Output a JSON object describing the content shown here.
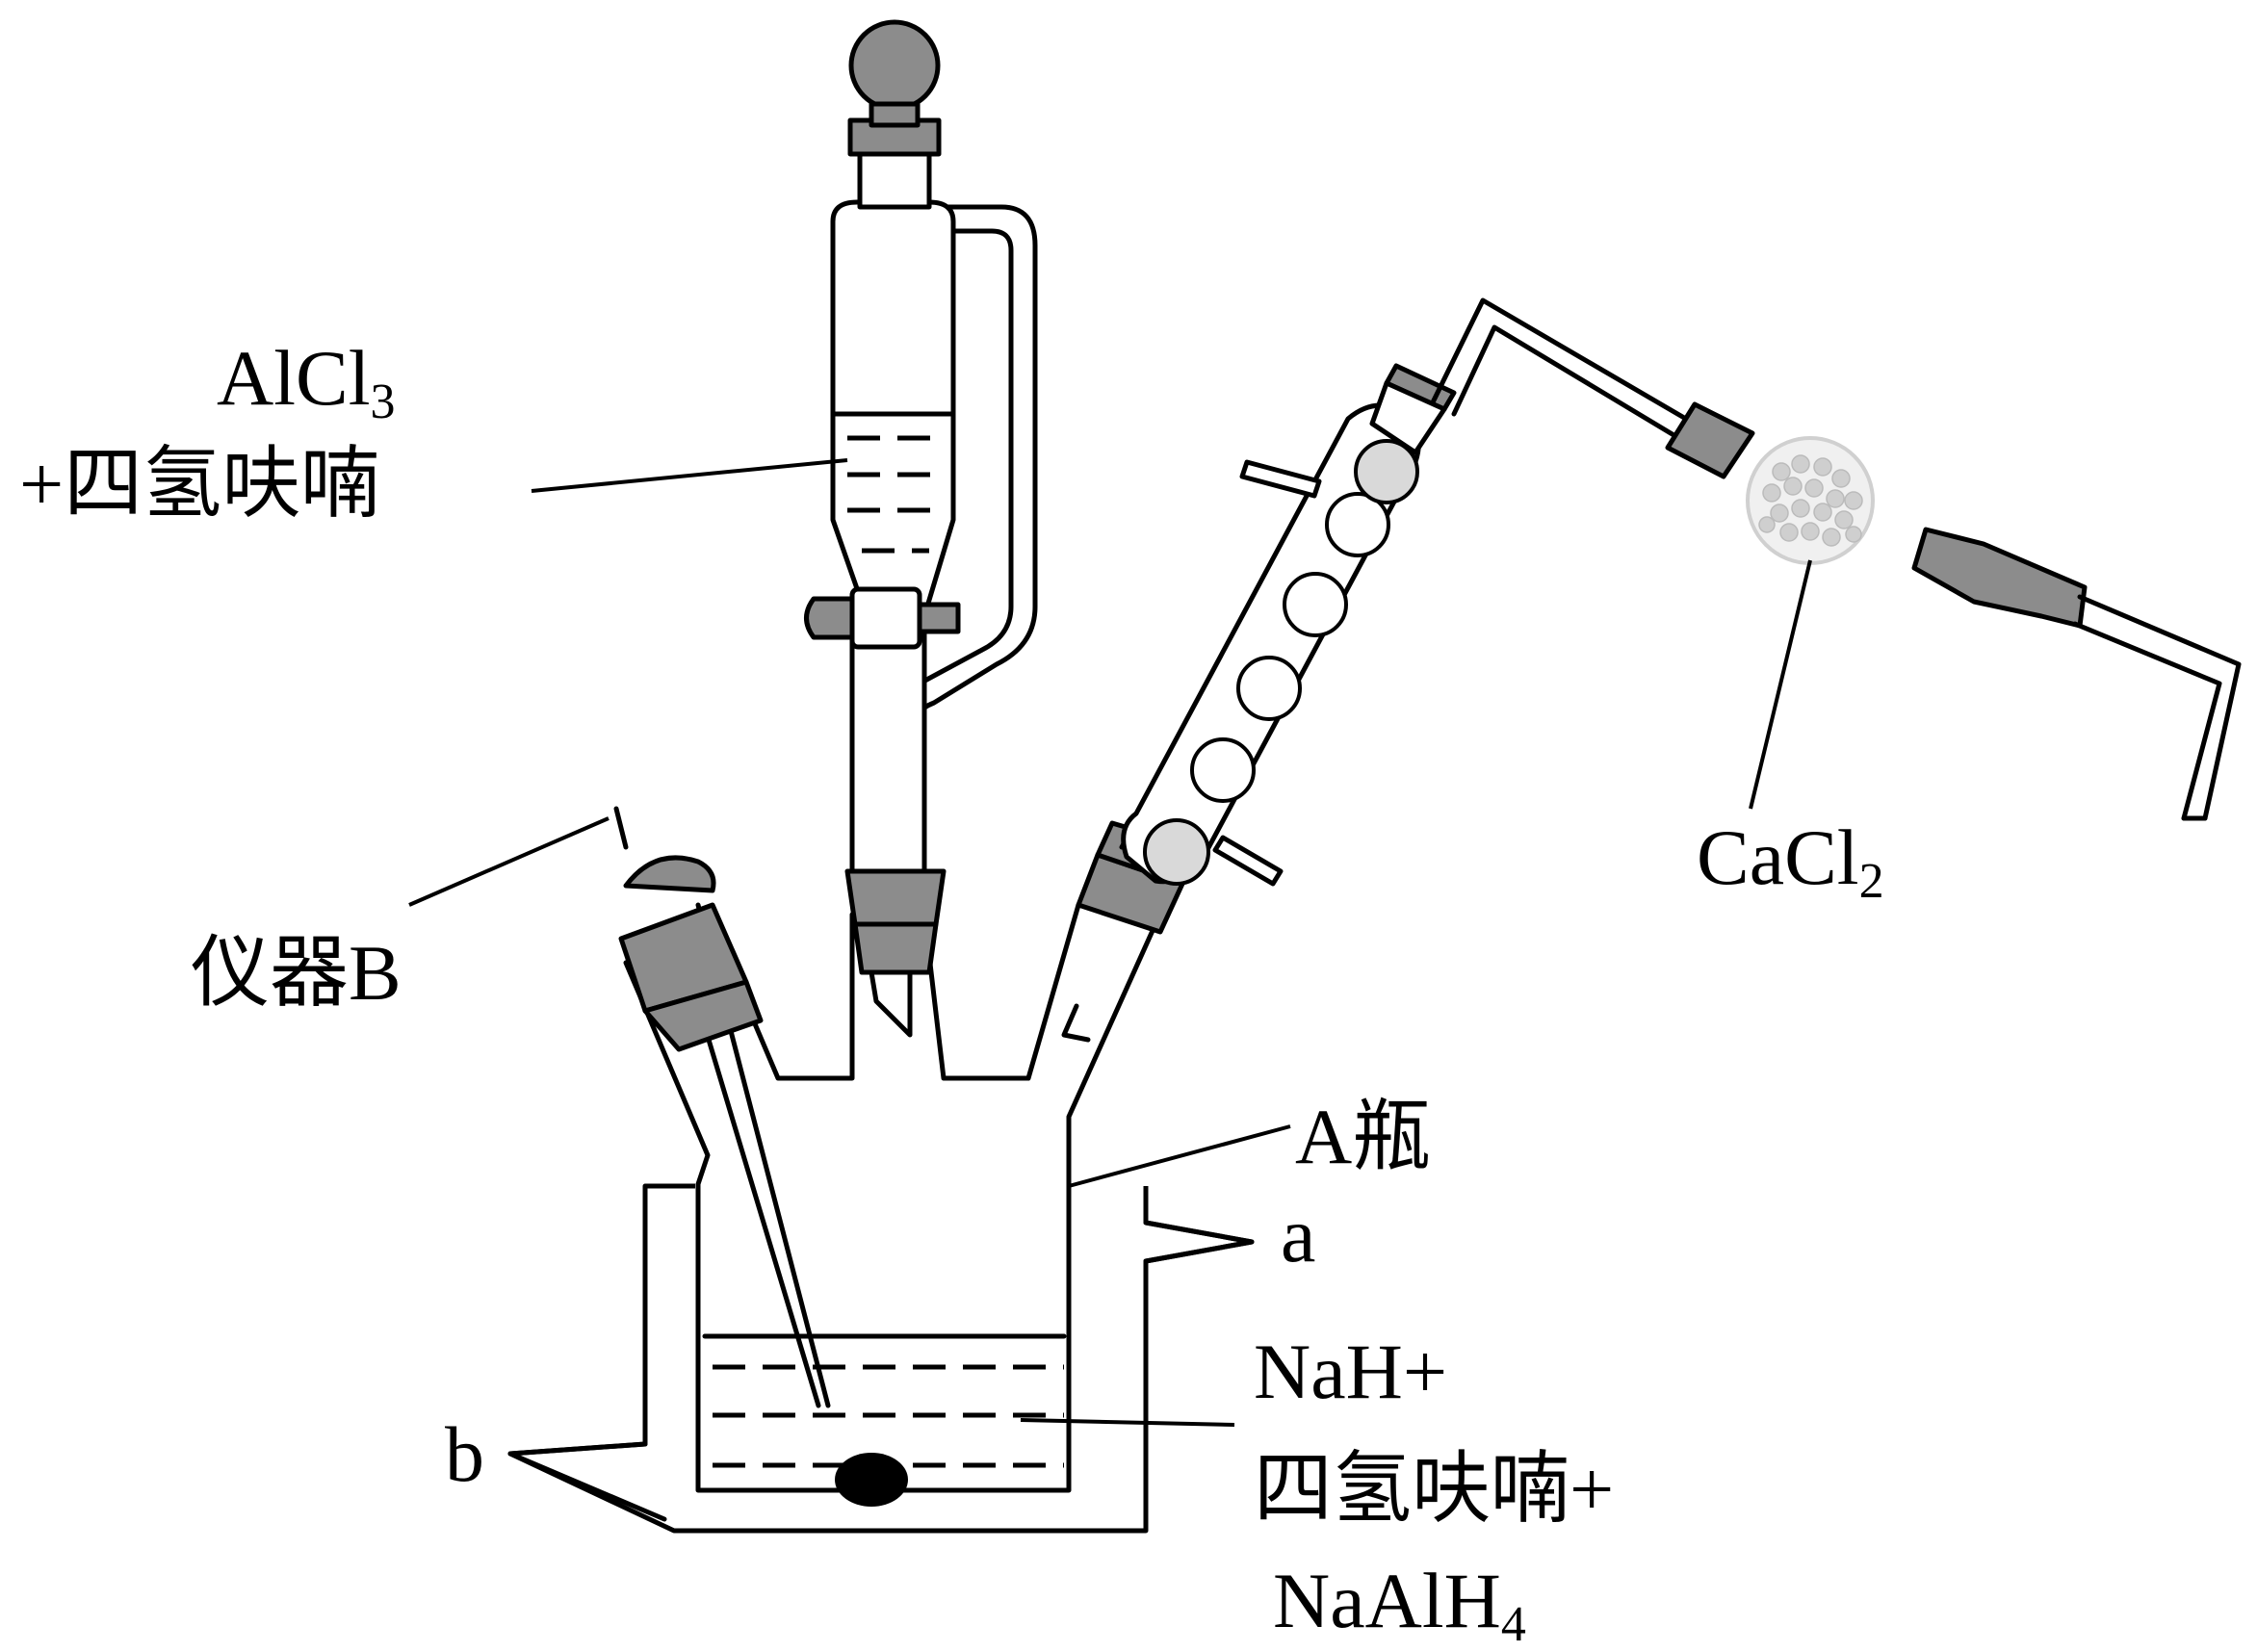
{
  "labels": {
    "funnel_reagent_line1_base": "AlCl",
    "funnel_reagent_line1_sub": "3",
    "funnel_reagent_line2": "+四氢呋喃",
    "instrument_b": "仪器B",
    "flask_a": "A瓶",
    "inlet_a": "a",
    "outlet_b": "b",
    "drying_agent_base": "CaCl",
    "drying_agent_sub": "2",
    "flask_contents_line1": "NaH+",
    "flask_contents_line2": "四氢呋喃+",
    "flask_contents_line3_base": "NaAlH",
    "flask_contents_line3_sub": "4"
  },
  "colors": {
    "stopper_gray": "#8c8c8c",
    "stopper_dark": "#5a5a5a",
    "glass_light": "#d9d9d9",
    "line": "#000000"
  }
}
